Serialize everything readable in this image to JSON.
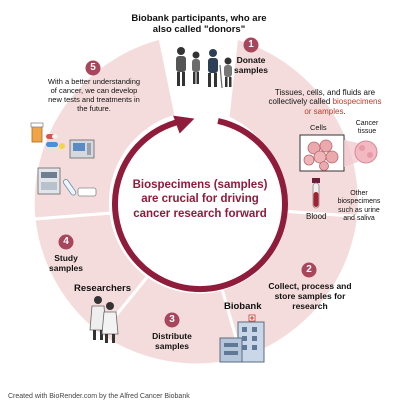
{
  "colors": {
    "ring_fill": "#f5dcdc",
    "ring_border": "#e9b9b9",
    "accent": "#8e1c3a",
    "step_circle": "#a8465c",
    "text": "#111111"
  },
  "top_label": "Biobank participants, who are also called \"donors\"",
  "center_text": "Biospecimens (samples) are crucial for driving cancer research forward",
  "steps": [
    {
      "number": "1",
      "label": "Donate samples"
    },
    {
      "number": "2",
      "label": "Collect, process and store samples for research"
    },
    {
      "number": "3",
      "label": "Distribute samples"
    },
    {
      "number": "4",
      "label": "Study samples"
    },
    {
      "number": "5",
      "label": "With a better understanding of cancer, we can develop new tests and treatments in the future."
    }
  ],
  "specimens": {
    "intro_prefix": "Tissues, cells, and fluids are collectively called",
    "intro_highlight": "biospecimens or samples",
    "intro_suffix": ".",
    "cells_label": "Cells",
    "cancer_tissue_label": "Cancer tissue",
    "blood_label": "Blood",
    "other_label": "Other biospecimens such as urine and saliva"
  },
  "biobank_label": "Biobank",
  "researchers_label": "Researchers",
  "footer": "Created with BioRender.com by the Alfred Cancer Biobank",
  "icons": [
    "donors-icon",
    "cells-icon",
    "cancer-tissue-icon",
    "blood-tube-icon",
    "biobank-building-icon",
    "researchers-icon",
    "pills-icon",
    "lab-machine-icon",
    "analyzer-icon",
    "test-tube-icon",
    "cycle-arrow-icon"
  ]
}
